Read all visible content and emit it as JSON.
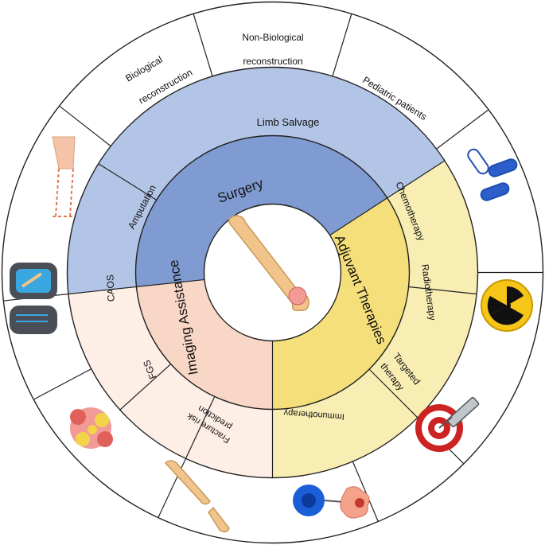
{
  "center": {
    "icon": "bone-with-tumor-icon"
  },
  "inner_ring": {
    "surgery": "Surgery",
    "adjuvant": "Adjuvant Therapies",
    "imaging": "Imaging Assistance"
  },
  "middle_ring": {
    "limb_salvage": "Limb Salvage",
    "amputation": "Amputation",
    "chemotherapy": "Chemotherapy",
    "radiotherapy": "Radiotherapy",
    "targeted_line1": "Targeted",
    "targeted_line2": "therapy",
    "immunotherapy": "Immunotherapy",
    "caos": "CAOS",
    "fgs": "FGS",
    "fracture_line1": "Fracture risk",
    "fracture_line2": "prediction"
  },
  "outer_ring": {
    "biological_line1": "Biological",
    "biological_line2": "reconstruction",
    "nonbio_line1": "Non-Biological",
    "nonbio_line2": "reconstruction",
    "pediatric": "Pediatric patients",
    "icons": [
      "prosthetic-leg-icon",
      "pills-icon",
      "radiation-icon",
      "target-syringe-icon",
      "immune-cell-icon",
      "fractured-bone-icon",
      "tumor-cells-icon",
      "navigation-screen-icon"
    ]
  },
  "colors": {
    "surgery_inner": "#7f9bd1",
    "surgery_outer": "#b3c5e6",
    "adjuvant_inner": "#f5df7a",
    "adjuvant_outer": "#f8eeb3",
    "imaging_inner": "#f9d7c6",
    "imaging_outer": "#fdeee6"
  }
}
